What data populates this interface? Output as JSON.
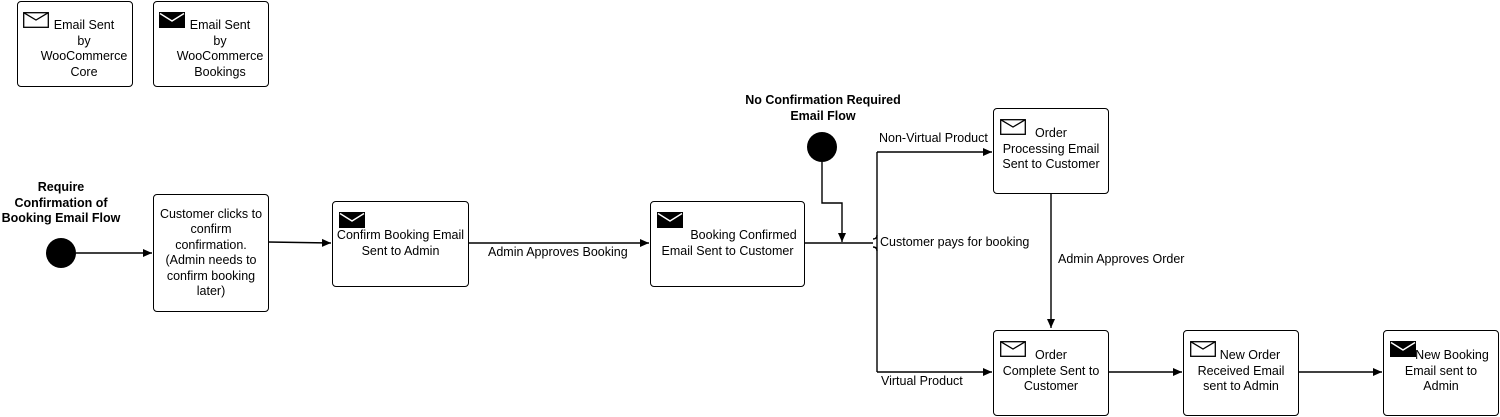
{
  "legend": {
    "core": "Email Sent\nby WooCommerce\nCore",
    "bookings": "Email Sent\nby WooCommerce\nBookings"
  },
  "flows": {
    "require_confirmation": "Require\nConfirmation of\nBooking Email Flow",
    "no_confirmation": "No Confirmation Required\nEmail Flow"
  },
  "nodes": {
    "customer_clicks": "Customer clicks to\nconfirm\nconfirmation.\n(Admin needs to\nconfirm booking\nlater)",
    "confirm_booking_email": "Confirm Booking Email\nSent to Admin",
    "booking_confirmed_email": "Booking Confirmed\nEmail Sent to Customer",
    "order_processing_email": "Order\nProcessing Email\nSent to Customer",
    "order_complete_email": "Order\nComplete Sent to\nCustomer",
    "new_order_email": "New Order\nReceived Email\nsent to Admin",
    "new_booking_email": "New Booking\nEmail sent to\nAdmin"
  },
  "edge_labels": {
    "admin_approves_booking": "Admin Approves Booking",
    "non_virtual_product": "Non-Virtual Product",
    "customer_pays": "Customer pays for booking",
    "virtual_product": "Virtual Product",
    "admin_approves_order": "Admin Approves Order"
  },
  "icons": {
    "core_email": "envelope-outline-icon",
    "bookings_email": "envelope-filled-icon"
  }
}
